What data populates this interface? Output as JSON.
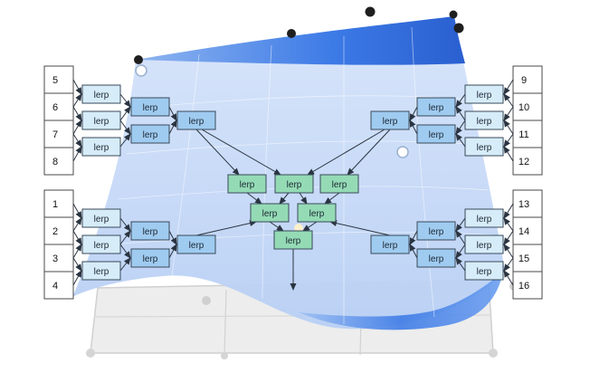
{
  "diagram": {
    "control_points_left": [
      "5",
      "6",
      "7",
      "8",
      "1",
      "2",
      "3",
      "4"
    ],
    "control_points_right": [
      "9",
      "10",
      "11",
      "12",
      "13",
      "14",
      "15",
      "16"
    ],
    "node_label": "lerp"
  },
  "colors": {
    "surface_fill": "#c9dbf7",
    "surface_dark": "#2f6fe0",
    "lerp_light": "#d6ecf8",
    "lerp_blue": "#9fcbf0",
    "lerp_green": "#94dbb5",
    "stroke": "#3a4a5a",
    "handle": "#222222"
  }
}
